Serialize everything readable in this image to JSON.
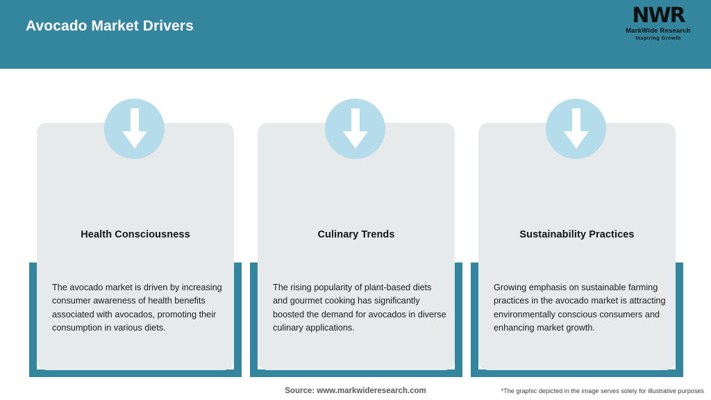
{
  "header": {
    "title": "Avocado Market Drivers",
    "background_color": "#34869e",
    "title_color": "#ffffff"
  },
  "logo": {
    "mark": "NWR",
    "name": "MarkWide Research",
    "tagline": "Inspiring Growth"
  },
  "theme": {
    "teal": "#34869e",
    "card_bg": "#e6eaeb",
    "badge_blue": "#b4dcea",
    "arrow": "#ffffff"
  },
  "cards": [
    {
      "icon": "down-arrow-icon",
      "title": "Health Consciousness",
      "body": "The avocado market is driven by increasing consumer awareness of health benefits associated with avocados, promoting their consumption in various diets."
    },
    {
      "icon": "down-arrow-icon",
      "title": "Culinary Trends",
      "body": "The rising popularity of plant-based diets and gourmet cooking has significantly boosted the demand for avocados in diverse culinary applications."
    },
    {
      "icon": "down-arrow-icon",
      "title": "Sustainability Practices",
      "body": "Growing emphasis on sustainable farming practices in the avocado market is attracting environmentally conscious consumers and enhancing market growth."
    }
  ],
  "footer": {
    "source": "Source: www.markwideresearch.com",
    "disclaimer": "*The graphic depicted in the image serves solely for illustrative purposes"
  }
}
